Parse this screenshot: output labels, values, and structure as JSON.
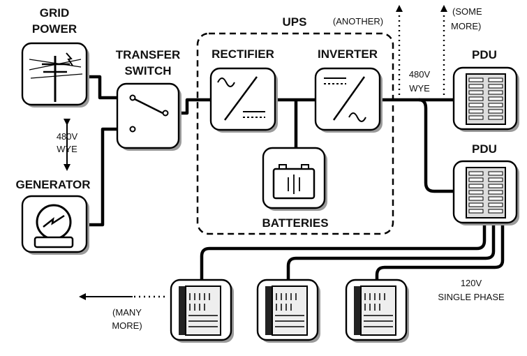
{
  "labels": {
    "grid_power_1": "GRID",
    "grid_power_2": "POWER",
    "transfer_switch_1": "TRANSFER",
    "transfer_switch_2": "SWITCH",
    "generator": "GENERATOR",
    "voltage_left_1": "480V",
    "voltage_left_2": "WYE",
    "ups": "UPS",
    "another": "(ANOTHER)",
    "rectifier": "RECTIFIER",
    "inverter": "INVERTER",
    "batteries": "BATTERIES",
    "some_more_1": "(SOME",
    "some_more_2": "MORE)",
    "pdu_top": "PDU",
    "pdu_bottom": "PDU",
    "voltage_right_1": "480V",
    "voltage_right_2": "WYE",
    "single_phase_1": "120V",
    "single_phase_2": "SINGLE PHASE",
    "many_more_1": "(MANY",
    "many_more_2": "MORE)"
  },
  "icons": {
    "grid": "power-pylon-icon",
    "generator": "generator-icon",
    "transfer_switch": "switch-icon",
    "rectifier": "rectifier-icon",
    "inverter": "inverter-icon",
    "batteries": "battery-icon",
    "pdu": "pdu-icon",
    "server": "server-rack-icon"
  }
}
